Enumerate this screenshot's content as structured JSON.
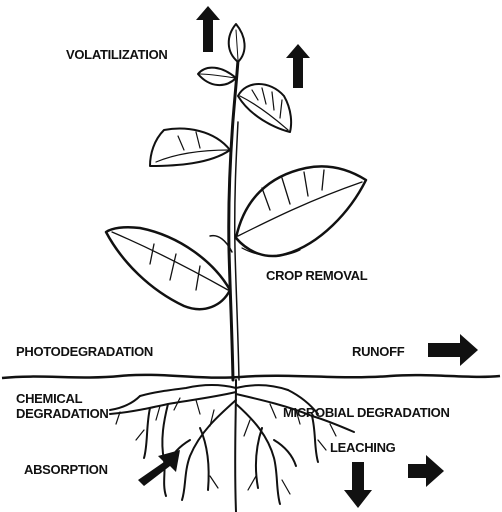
{
  "labels": {
    "volatilization": "VOLATILIZATION",
    "crop_removal": "CROP REMOVAL",
    "photodegradation": "PHOTODEGRADATION",
    "runoff": "RUNOFF",
    "chemical_degradation": "CHEMICAL\nDEGRADATION",
    "microbial_degradation": "MICROBIAL DEGRADATION",
    "leaching": "LEACHING",
    "absorption": "ABSORPTION"
  },
  "colors": {
    "ink": "#111111",
    "background": "#ffffff"
  }
}
